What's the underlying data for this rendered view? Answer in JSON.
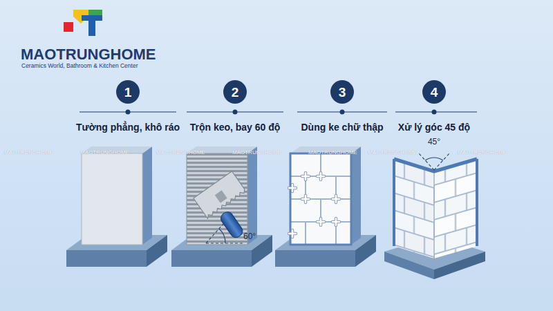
{
  "diagram": {
    "nodes": [
      {
        "text": [
          "1",
          "Tường phẳng, khô ráo"
        ]
      },
      {
        "text": [
          "2",
          "Trộn keo, bay 60 độ"
        ]
      },
      {
        "text": [
          "3",
          "Dùng ke chữ thập"
        ]
      },
      {
        "text": [
          "4",
          "Xử lý góc 45 độ"
        ]
      }
    ],
    "labels": [
      "MAOTRUNGHOME",
      "Ceramics World, Bathroom & Kitchen Center",
      "60°",
      "45°",
      "MAOTRUNGHOME",
      "MAOTRUNGHOME",
      "MAOTRUNGHOME",
      "MAOTRUNGHOME",
      "MAOTRUNGHOME",
      "MAOTRUNGHOME",
      "MAOTRUNGHOME"
    ]
  }
}
